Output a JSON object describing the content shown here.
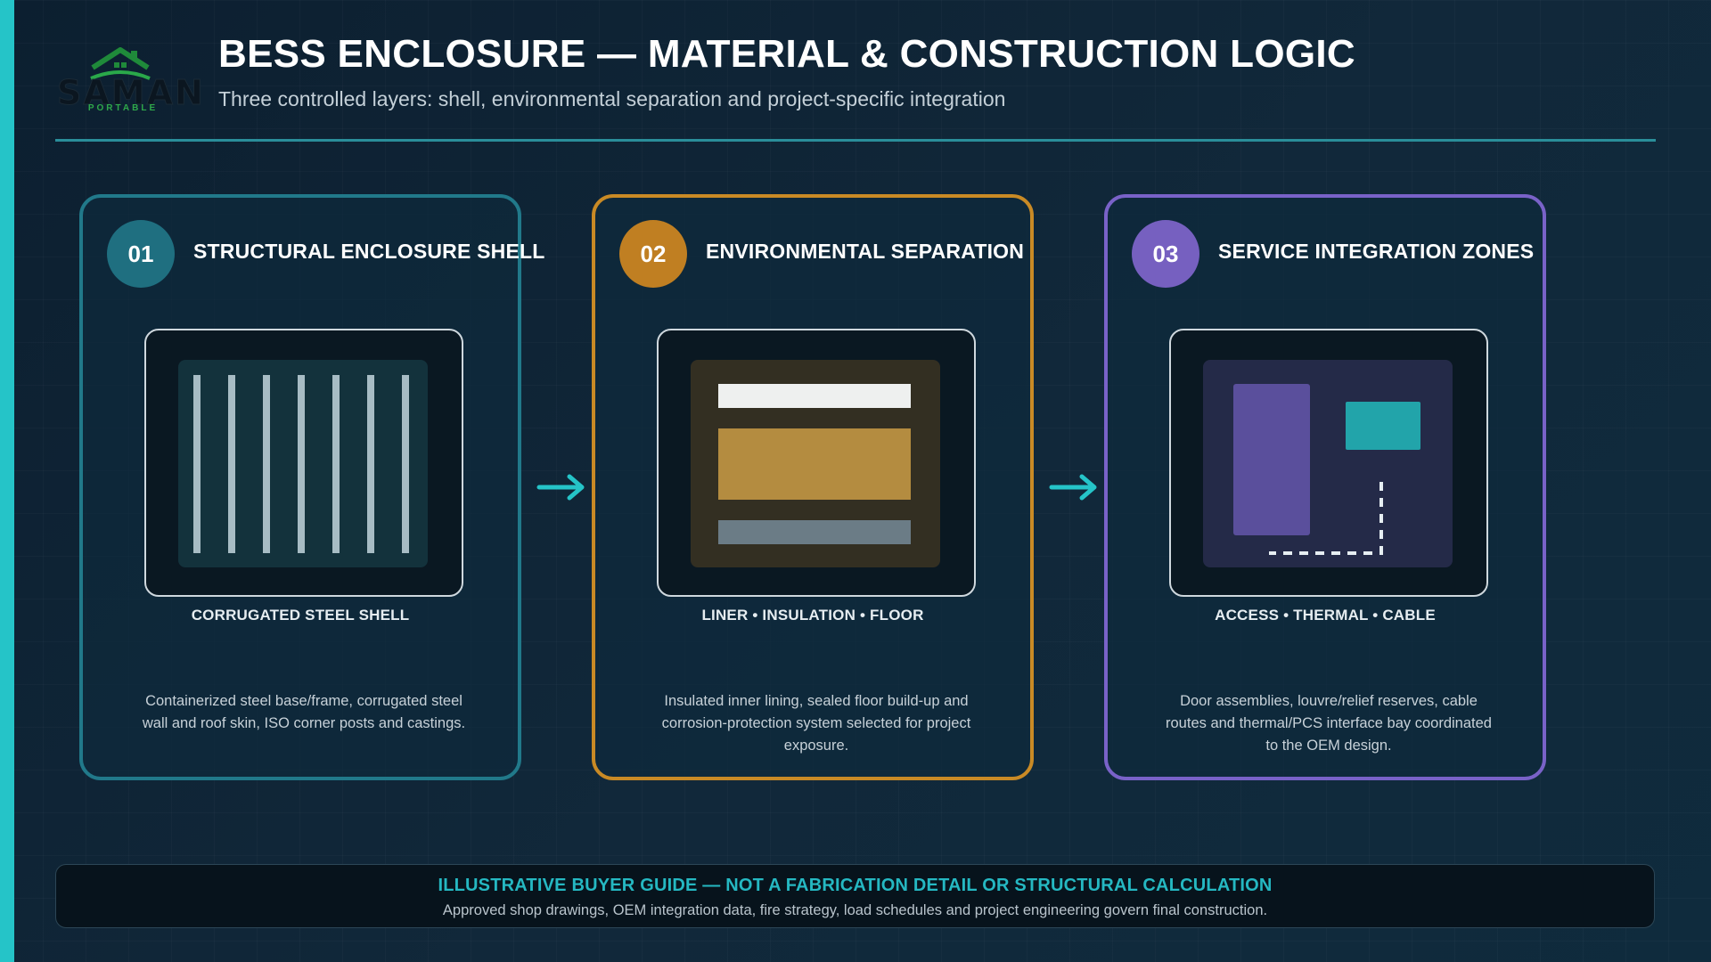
{
  "brand": {
    "name": "SAMAN",
    "tagline": "PORTABLE"
  },
  "header": {
    "title": "BESS ENCLOSURE — MATERIAL & CONSTRUCTION LOGIC",
    "subtitle": "Three controlled layers: shell, environmental separation and project-specific integration"
  },
  "cards": [
    {
      "number": "01",
      "title": "STRUCTURAL ENCLOSURE SHELL",
      "caption": "CORRUGATED STEEL SHELL",
      "description": "Containerized steel base/frame, corrugated steel wall and roof skin, ISO corner posts and castings.",
      "accent_color": "#21798a"
    },
    {
      "number": "02",
      "title": "ENVIRONMENTAL SEPARATION",
      "caption": "LINER • INSULATION • FLOOR",
      "description": "Insulated inner lining, sealed floor build-up and corrosion-protection system selected for project exposure.",
      "accent_color": "#c98a25"
    },
    {
      "number": "03",
      "title": "SERVICE INTEGRATION ZONES",
      "caption": "ACCESS • THERMAL • CABLE",
      "description": "Door assemblies, louvre/relief reserves, cable routes and thermal/PCS interface bay coordinated to the OEM design.",
      "accent_color": "#7962c8"
    }
  ],
  "footer": {
    "title": "ILLUSTRATIVE BUYER GUIDE — NOT A FABRICATION DETAIL OR STRUCTURAL CALCULATION",
    "note": "Approved shop drawings, OEM integration data, fire strategy, load schedules and project engineering govern final construction."
  },
  "colors": {
    "accent_teal": "#25c4c8",
    "background": "#0d2234",
    "shell_teal": "#21798a",
    "separation_amber": "#c98a25",
    "integration_purple": "#7962c8"
  }
}
